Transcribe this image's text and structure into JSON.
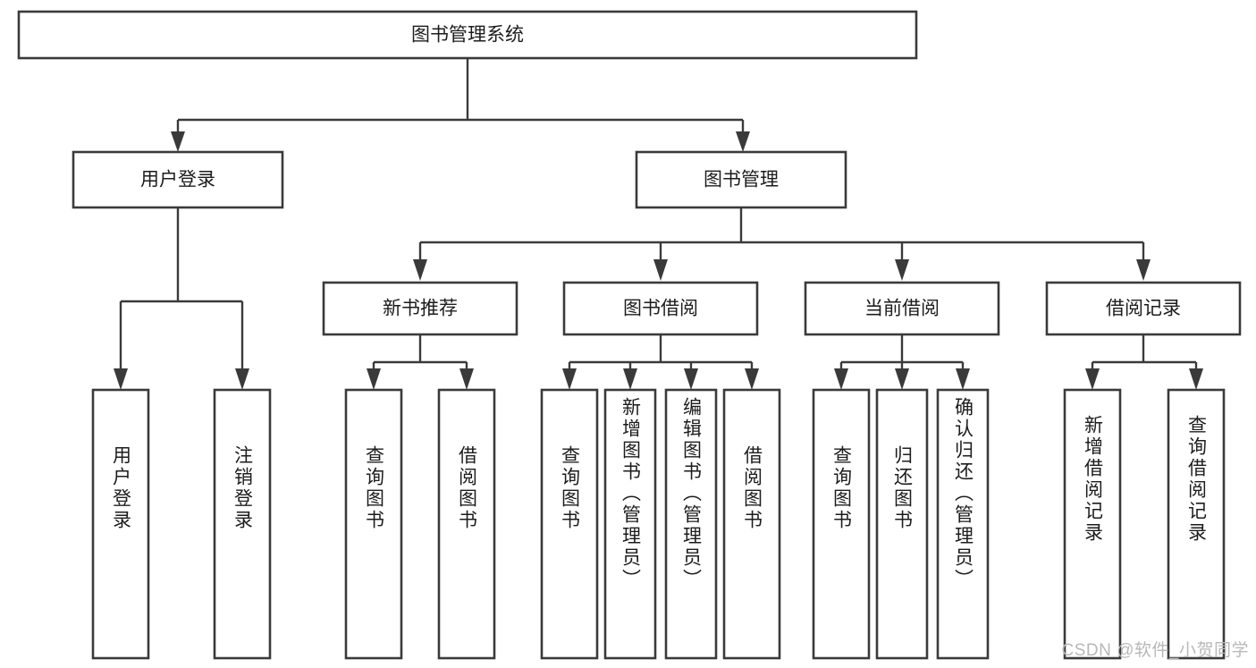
{
  "diagram": {
    "title": "图书管理系统",
    "type": "hierarchy-tree",
    "colors": {
      "box_stroke": "#3a3a3a",
      "box_fill": "#ffffff",
      "text": "#1c1c1c",
      "connector": "#3a3a3a",
      "background": "#ffffff",
      "watermark": "#b8b8b8"
    },
    "root": {
      "label": "图书管理系统",
      "name": "node-root-library-system"
    },
    "level2": [
      {
        "label": "用户登录",
        "name": "node-user-login"
      },
      {
        "label": "图书管理",
        "name": "node-book-management"
      }
    ],
    "level3": [
      {
        "label": "新书推荐",
        "name": "node-new-book-recommend"
      },
      {
        "label": "图书借阅",
        "name": "node-book-borrow"
      },
      {
        "label": "当前借阅",
        "name": "node-current-borrow"
      },
      {
        "label": "借阅记录",
        "name": "node-borrow-records"
      }
    ],
    "leaves": {
      "user_login": [
        {
          "label": "用户登录",
          "name": "leaf-user-login"
        },
        {
          "label": "注销登录",
          "name": "leaf-user-logout"
        }
      ],
      "new_book_recommend": [
        {
          "label": "查询图书",
          "name": "leaf-query-book-1"
        },
        {
          "label": "借阅图书",
          "name": "leaf-borrow-book-1"
        }
      ],
      "book_borrow": [
        {
          "label": "查询图书",
          "name": "leaf-query-book-2"
        },
        {
          "label": "新增图书（管理员）",
          "name": "leaf-add-book-admin"
        },
        {
          "label": "编辑图书（管理员）",
          "name": "leaf-edit-book-admin"
        },
        {
          "label": "借阅图书",
          "name": "leaf-borrow-book-2"
        }
      ],
      "current_borrow": [
        {
          "label": "查询图书",
          "name": "leaf-query-book-3"
        },
        {
          "label": "归还图书",
          "name": "leaf-return-book"
        },
        {
          "label": "确认归还（管理员）",
          "name": "leaf-confirm-return-admin"
        }
      ],
      "borrow_records": [
        {
          "label": "新增借阅记录",
          "name": "leaf-add-borrow-record"
        },
        {
          "label": "查询借阅记录",
          "name": "leaf-query-borrow-record"
        }
      ]
    },
    "watermark": "CSDN @软件_小贺同学"
  }
}
